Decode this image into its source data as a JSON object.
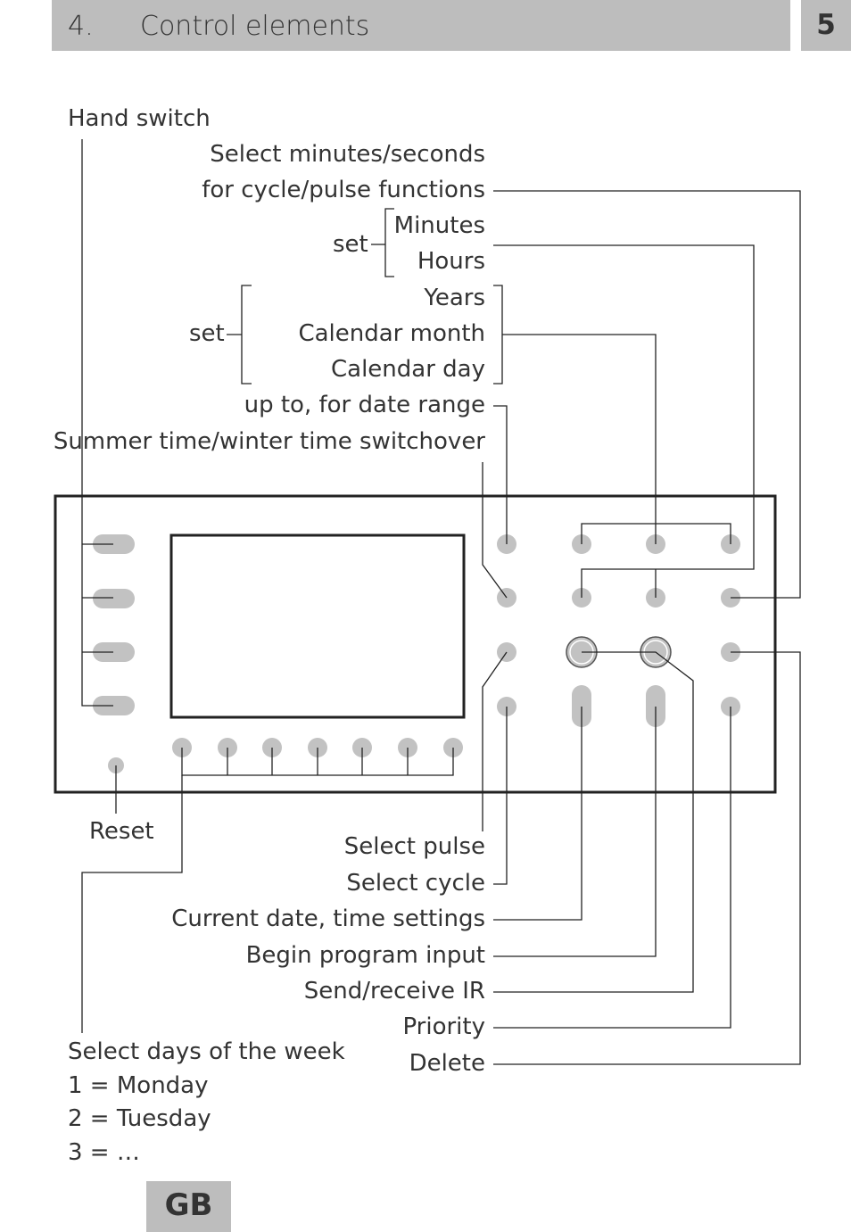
{
  "header": {
    "section_number": "4.",
    "section_title": "Control elements",
    "page_number": "5"
  },
  "footer": {
    "language_code": "GB"
  },
  "labels": {
    "hand_switch": "Hand switch",
    "select_min_sec_1": "Select minutes/seconds",
    "select_min_sec_2": "for cycle/pulse functions",
    "set_time": "set",
    "minutes": "Minutes",
    "hours": "Hours",
    "set_date": "set",
    "years": "Years",
    "calendar_month": "Calendar month",
    "calendar_day": "Calendar day",
    "date_range": "up to, for date range",
    "summer_winter": "Summer time/winter time switchover",
    "reset": "Reset",
    "select_pulse": "Select pulse",
    "select_cycle": "Select cycle",
    "current_date_time": "Current date, time settings",
    "begin_program": "Begin program input",
    "send_receive_ir": "Send/receive IR",
    "priority": "Priority",
    "delete": "Delete",
    "select_days": "Select days of the week",
    "day_1": "1 = Monday",
    "day_2": "2 = Tuesday",
    "day_3": "3 = …"
  }
}
